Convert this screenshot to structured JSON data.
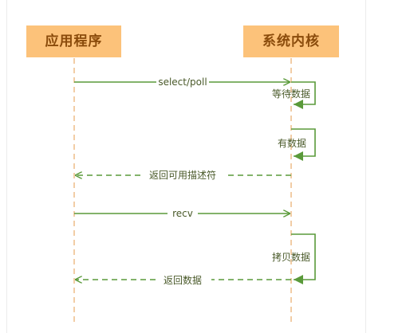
{
  "actors": {
    "app": "应用程序",
    "kernel": "系统内核"
  },
  "messages": [
    {
      "id": "select",
      "label": "select/poll",
      "from": "app",
      "to": "kernel",
      "style": "solid"
    },
    {
      "id": "wait",
      "label": "等待数据",
      "from": "kernel",
      "to": "kernel",
      "style": "self"
    },
    {
      "id": "ready",
      "label": "有数据",
      "from": "kernel",
      "to": "kernel",
      "style": "self"
    },
    {
      "id": "return-fd",
      "label": "返回可用描述符",
      "from": "kernel",
      "to": "app",
      "style": "dashed"
    },
    {
      "id": "recv",
      "label": "recv",
      "from": "app",
      "to": "kernel",
      "style": "solid"
    },
    {
      "id": "copy",
      "label": "拷贝数据",
      "from": "kernel",
      "to": "kernel",
      "style": "self"
    },
    {
      "id": "return-data",
      "label": "返回数据",
      "from": "kernel",
      "to": "app",
      "style": "dashed"
    }
  ],
  "colors": {
    "actor_fill": "#fcc27a",
    "actor_text": "#8a4b0b",
    "lifeline": "#f2cda6",
    "arrow": "#5a9a3a"
  }
}
